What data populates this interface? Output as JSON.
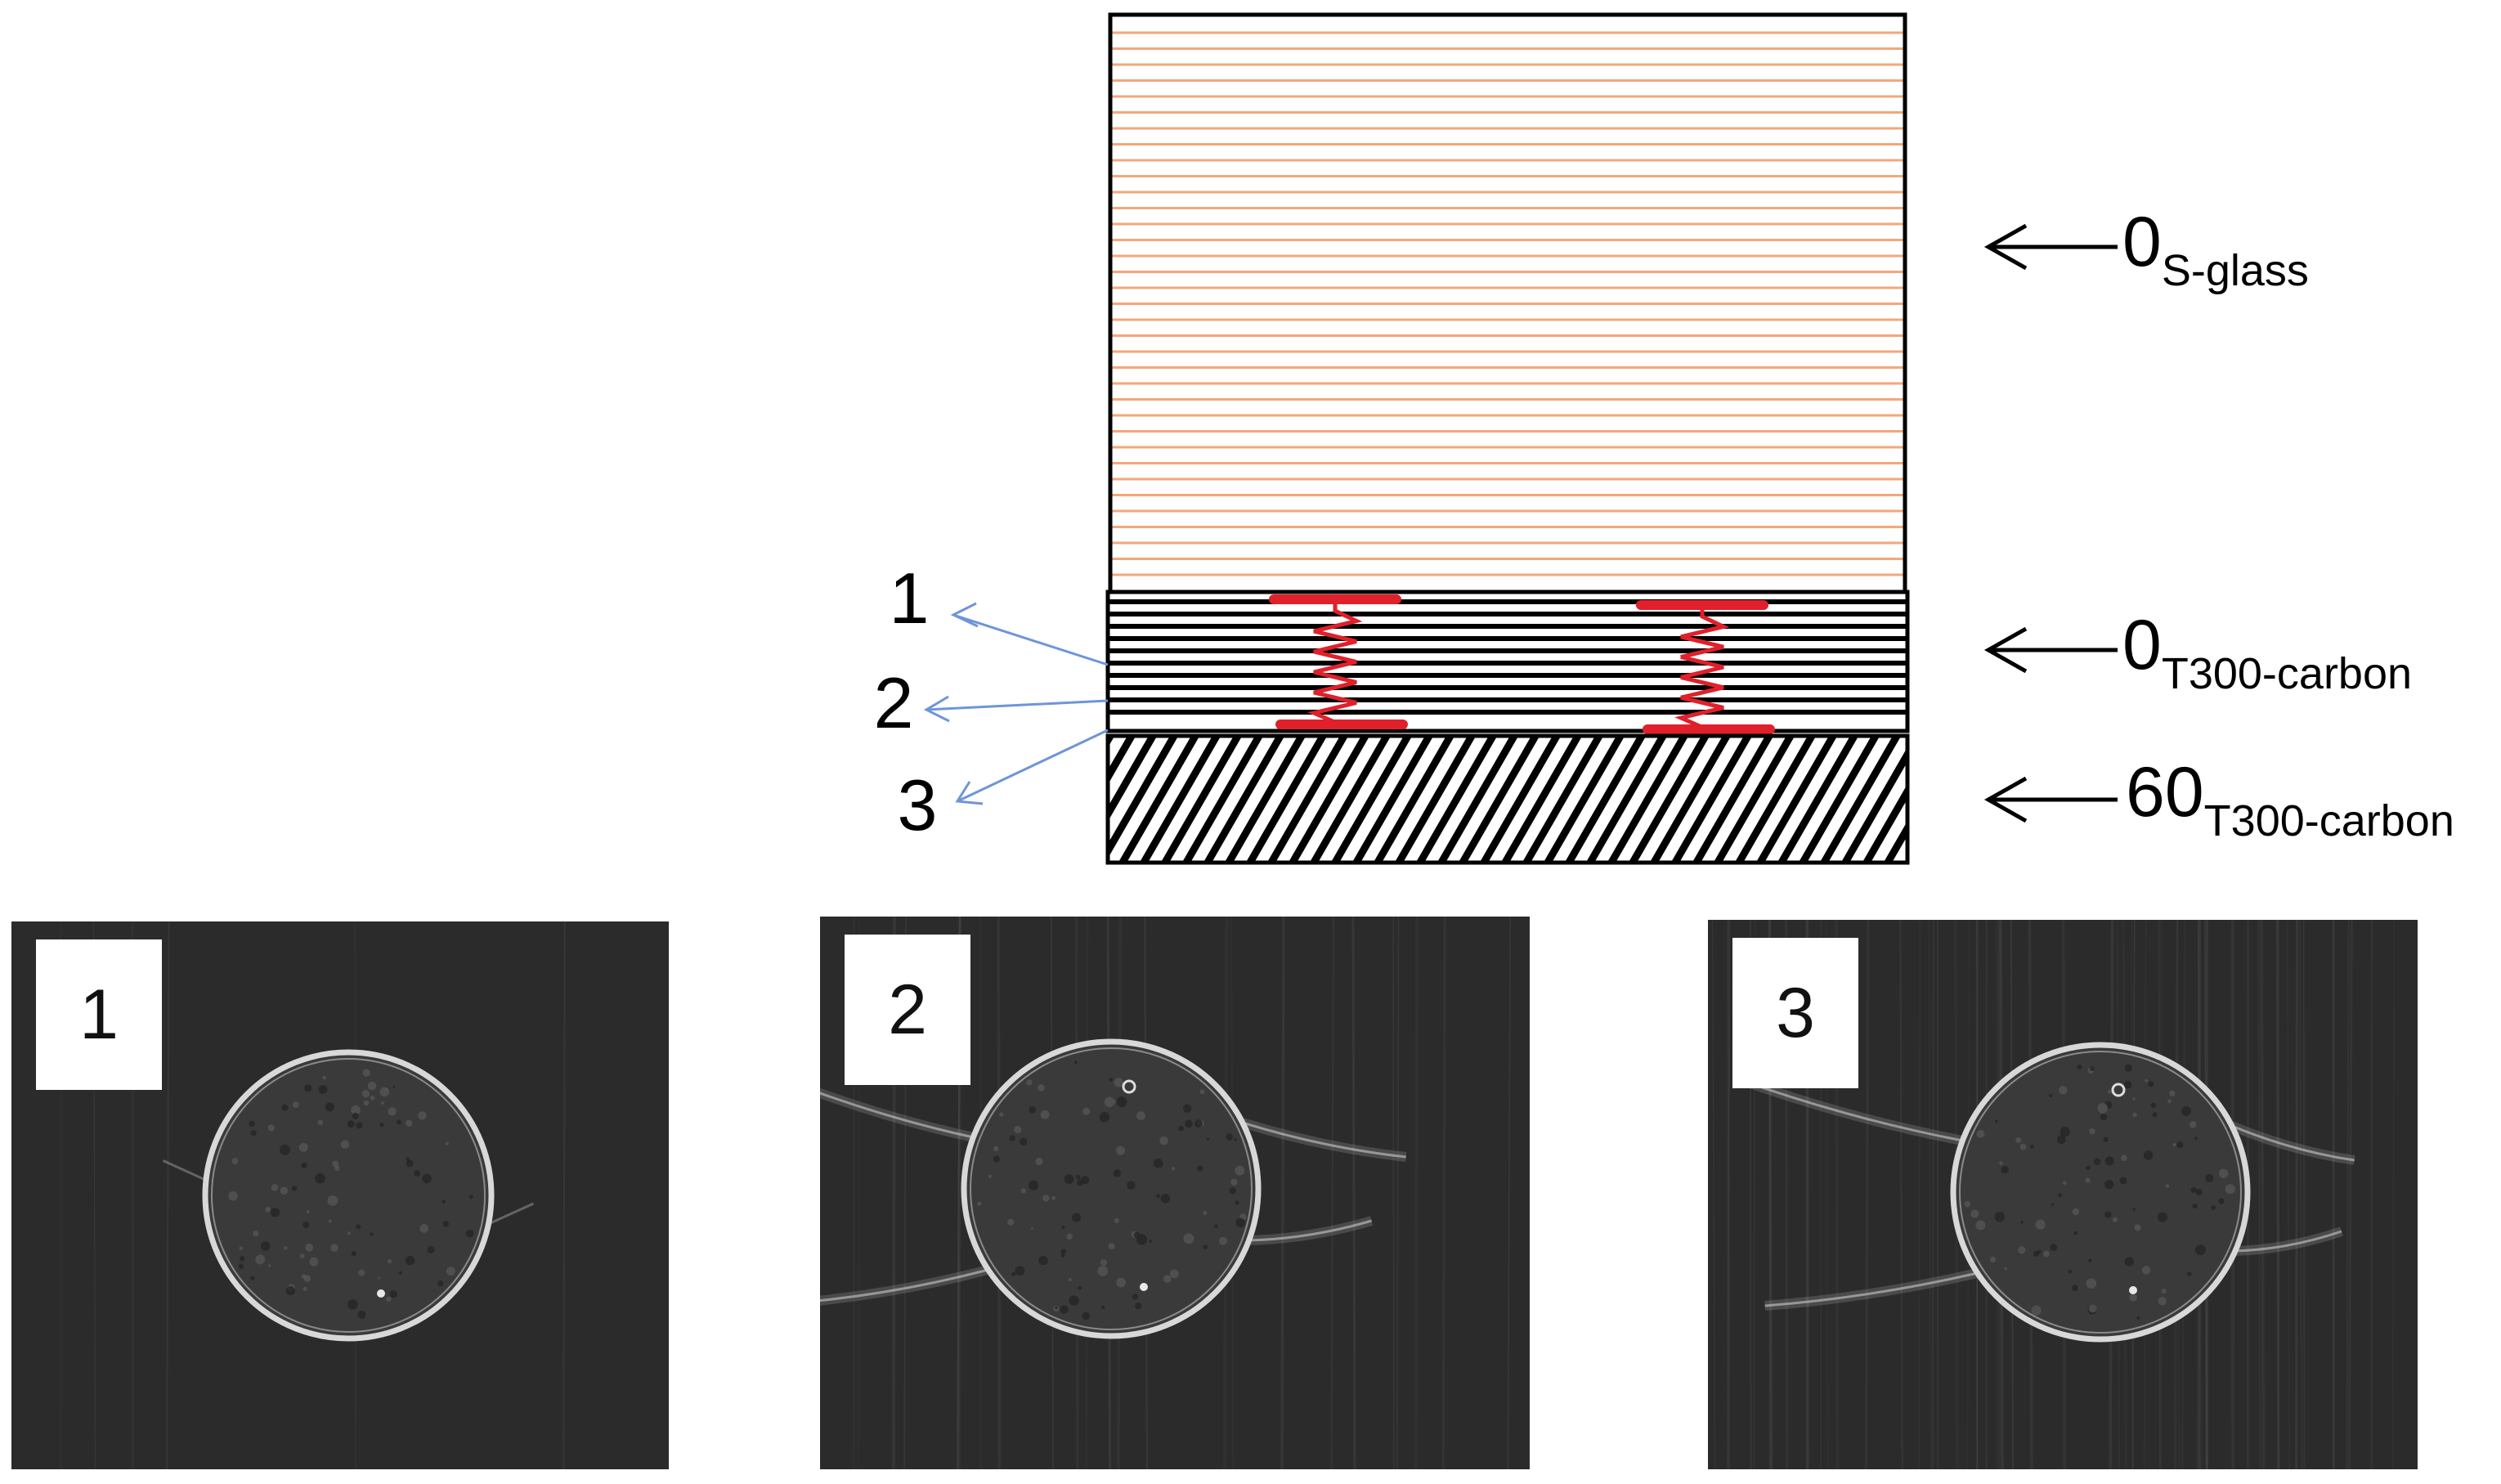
{
  "diagram": {
    "layers": [
      {
        "label_main": "0",
        "label_sub": "S-glass",
        "color": "#f4a77a"
      },
      {
        "label_main": "0",
        "label_sub": "T300-carbon",
        "color": "#000000"
      },
      {
        "label_main": "60",
        "label_sub": "T300-carbon",
        "color": "#000000"
      }
    ],
    "interfaces": [
      {
        "label": "1"
      },
      {
        "label": "2"
      },
      {
        "label": "3"
      }
    ],
    "spring_color": "#e0202a",
    "leader_color": "#6f95d8"
  },
  "panels": [
    {
      "label": "1"
    },
    {
      "label": "2"
    },
    {
      "label": "3"
    }
  ]
}
